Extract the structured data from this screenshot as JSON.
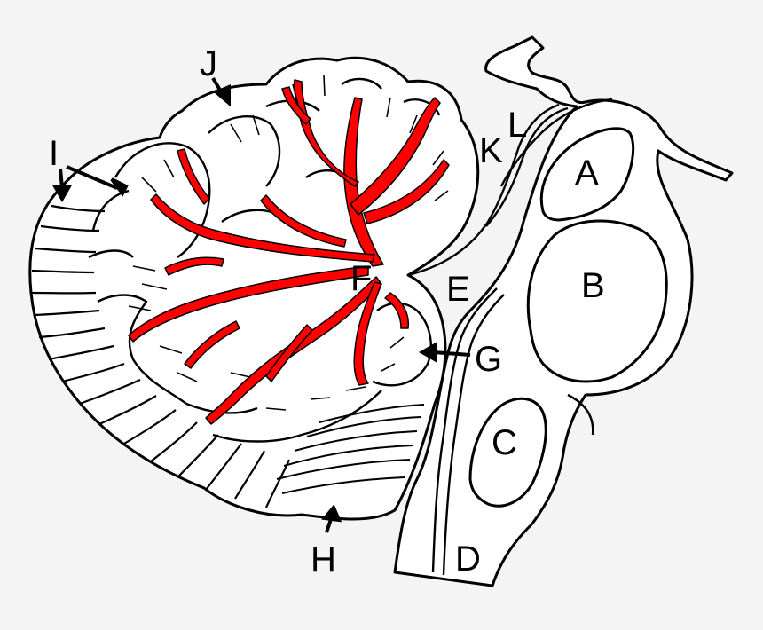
{
  "diagram": {
    "colors": {
      "background": "#f4f4f4",
      "outline": "#000000",
      "fill": "#ffffff",
      "arbor_vitae": "#ff0000"
    },
    "labels": {
      "A": "A",
      "B": "B",
      "C": "C",
      "D": "D",
      "E": "E",
      "F": "F",
      "G": "G",
      "H": "H",
      "I": "I",
      "J": "J",
      "K": "K",
      "L": "L"
    }
  }
}
